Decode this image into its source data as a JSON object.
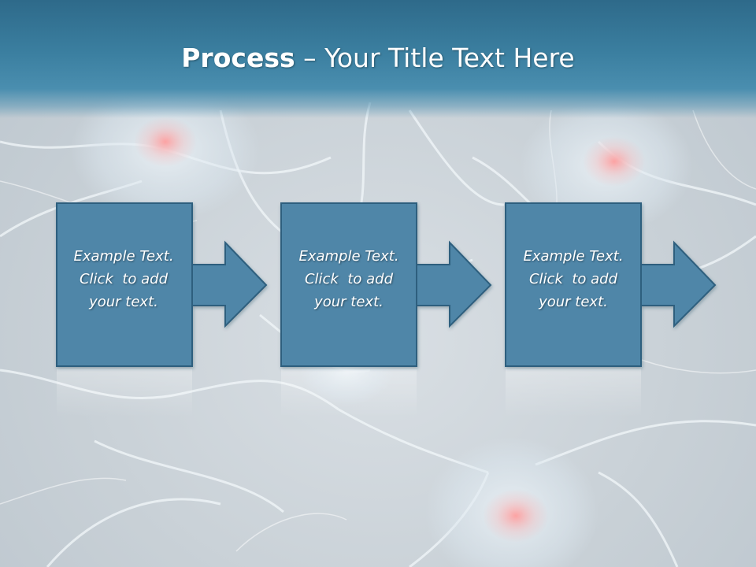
{
  "title": {
    "bold": "Process",
    "rest": " – Your Title Text Here"
  },
  "steps": [
    {
      "lines": [
        "Example Text.",
        "Click  to add",
        "your text."
      ]
    },
    {
      "lines": [
        "Example Text.",
        "Click  to add",
        "your text."
      ]
    },
    {
      "lines": [
        "Example Text.",
        "Click  to add",
        "your text."
      ]
    }
  ],
  "colors": {
    "title_bar": "#3b7fa0",
    "box_fill": "#4f86a8",
    "box_border": "#2e5f7e",
    "text": "#ffffff"
  }
}
